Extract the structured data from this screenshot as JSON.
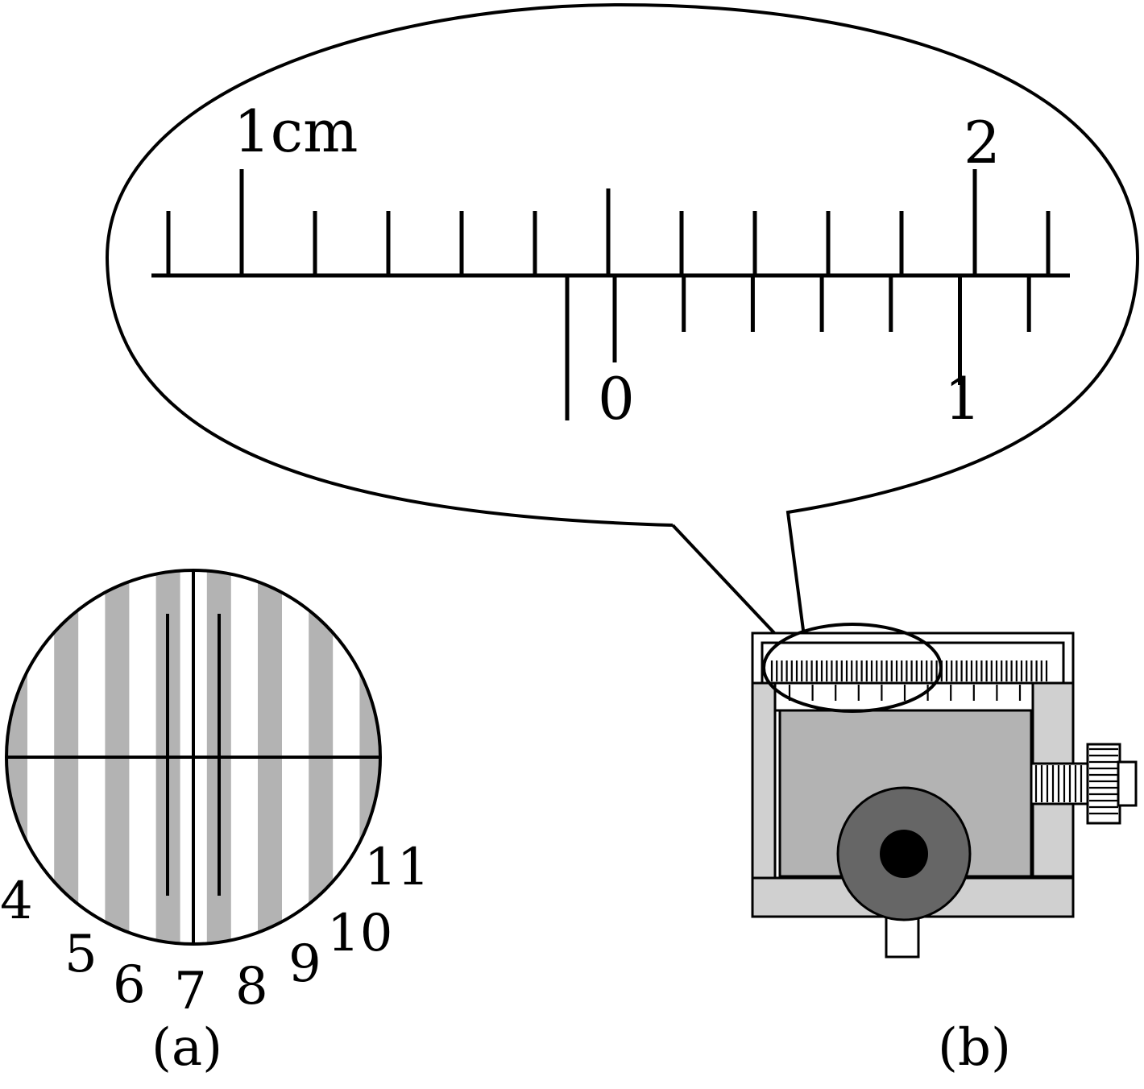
{
  "callout": {
    "main_scale_labels": [
      "1cm",
      "2"
    ],
    "vernier_labels": [
      "0",
      "1"
    ]
  },
  "fringe_view": {
    "fringe_numbers": [
      "4",
      "5",
      "6",
      "7",
      "8",
      "9",
      "10",
      "11"
    ]
  },
  "captions": {
    "a": "(a)",
    "b": "(b)"
  },
  "colors": {
    "stroke": "#000000",
    "fringe": "#b3b3b3",
    "body_gray": "#b3b3b3",
    "rail_gray": "#d0d0d0",
    "knob_dark": "#666666",
    "background": "#ffffff"
  }
}
